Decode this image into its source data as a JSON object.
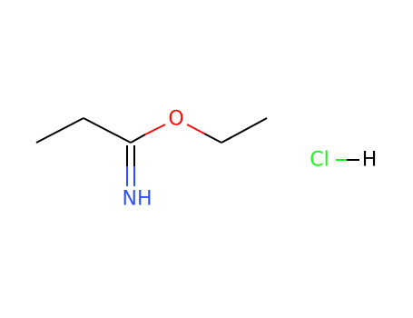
{
  "molecule": {
    "main": {
      "atoms": {
        "oxygen": {
          "symbol": "O",
          "color": "#ff0d0d"
        },
        "nitrogen": {
          "symbol": "NH",
          "color": "#3050f8"
        }
      },
      "bond_color": "#000000"
    },
    "salt": {
      "chlorine": {
        "symbol": "Cl",
        "color": "#1ff01f"
      },
      "hydrogen": {
        "symbol": "H",
        "color": "#000000"
      }
    }
  }
}
